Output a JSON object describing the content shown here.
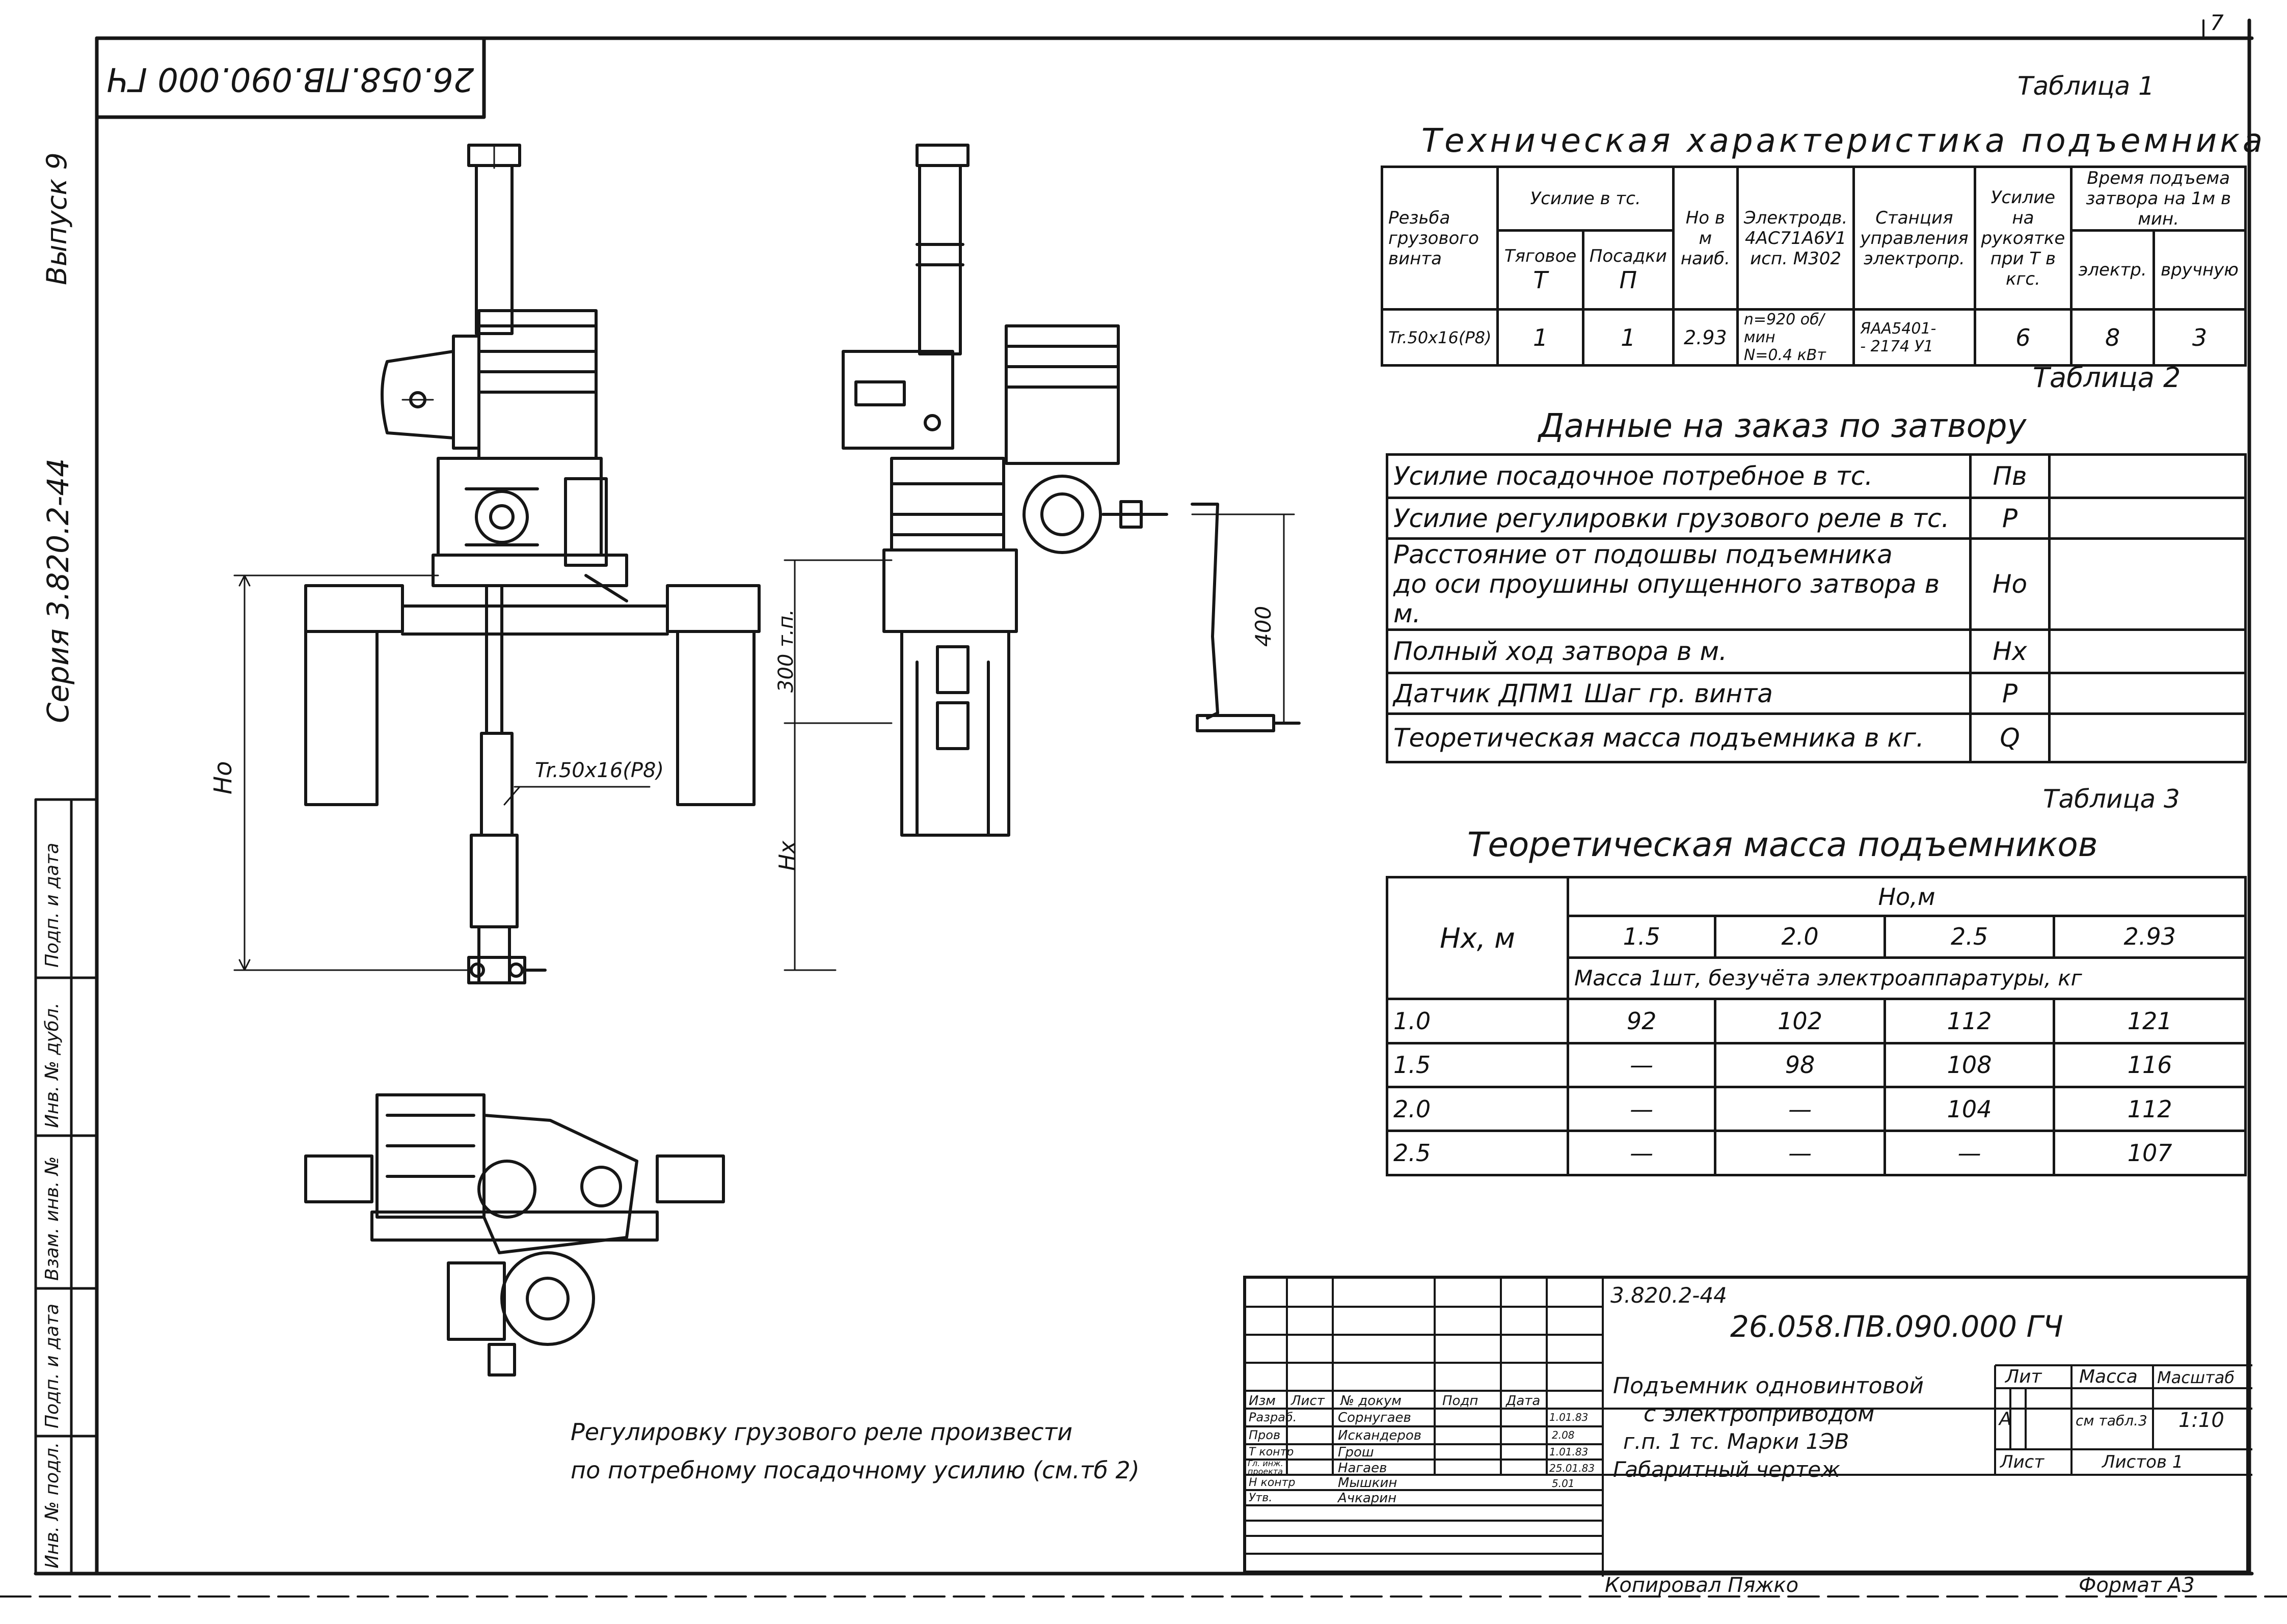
{
  "sheet": {
    "page_number": "7",
    "doc_code_rotated": "26.058.ПВ.090.000 ГЧ",
    "left_margin": {
      "issue": "Выпуск 9",
      "series": "Серия 3.820.2-44",
      "stamp_labels": [
        "Подп. и дата",
        "Инв. № дубл.",
        "Взам. инв. №",
        "Подп. и дата",
        "Инв. № подл."
      ]
    },
    "copied_by": "Копировал   Пяжко",
    "format": "Формат А3"
  },
  "drawing": {
    "dim_300": "300 т.п.",
    "dim_400": "400",
    "label_ho": "Но",
    "label_hx": "Нх",
    "label_thread": "Tr.50х16(Р8)",
    "note_line1": "Регулировку грузового реле произвести",
    "note_line2": "по потребному посадочному усилию (см.тб 2)"
  },
  "table1": {
    "caption": "Таблица 1",
    "title": "Техническая характеристика подъемника",
    "h_thread": "Резьба грузового винта",
    "h_force": "Усилие в тс.",
    "h_pull": "Тяговое",
    "h_pull_sym": "Т",
    "h_seat": "Посадки",
    "h_seat_sym": "П",
    "h_ho": "Но в м наиб.",
    "h_motor": "Электродв. 4АС71А6У1 исп. М302",
    "h_station": "Станция управления электропр.",
    "h_handle": "Усилие на рукоятке при Т в кгс.",
    "h_time": "Время подъема затвора на 1м в мин.",
    "h_time_el": "электр.",
    "h_time_man": "вручную",
    "row": {
      "thread": "Tr.50х16(Р8)",
      "pull": "1",
      "seat": "1",
      "ho": "2.93",
      "motor_1": "n=920 об/мин",
      "motor_2": "N=0.4 кВт",
      "station_1": "ЯАА5401-",
      "station_2": "- 2174 У1",
      "handle": "6",
      "time_el": "8",
      "time_man": "3"
    }
  },
  "table2": {
    "caption": "Таблица 2",
    "title": "Данные на заказ по затвору",
    "rows": [
      {
        "label": "Усилие посадочное потребное в тс.",
        "sym": "Пв"
      },
      {
        "label": "Усилие регулировки грузового реле в тс.",
        "sym": "Р"
      },
      {
        "label": "Расстояние от подошвы подъемника",
        "label2": "до оси проушины опущенного затвора в м.",
        "sym": "Но"
      },
      {
        "label": "Полный ход затвора в м.",
        "sym": "Нх"
      },
      {
        "label": "Датчик ДПМ1 Шаг гр. винта",
        "sym": "Р"
      },
      {
        "label": "Теоретическая масса подъемника в кг.",
        "sym": "Q"
      }
    ]
  },
  "table3": {
    "caption": "Таблица 3",
    "title": "Теоретическая масса подъемников",
    "h_hx": "Нх, м",
    "h_ho": "Но,м",
    "ho_values": [
      "1.5",
      "2.0",
      "2.5",
      "2.93"
    ],
    "h_mass": "Масса 1шт, безучёта электроаппаратуры, кг",
    "rows": [
      {
        "hx": "1.0",
        "vals": [
          "92",
          "102",
          "112",
          "121"
        ]
      },
      {
        "hx": "1.5",
        "vals": [
          "—",
          "98",
          "108",
          "116"
        ]
      },
      {
        "hx": "2.0",
        "vals": [
          "—",
          "—",
          "104",
          "112"
        ]
      },
      {
        "hx": "2.5",
        "vals": [
          "—",
          "—",
          "—",
          "107"
        ]
      }
    ]
  },
  "title_block": {
    "series": "3.820.2-44",
    "code": "26.058.ПВ.090.000 ГЧ",
    "name_1": "Подъемник одновинтовой",
    "name_2": "с электроприводом",
    "name_3": "г.п. 1 тс. Марки 1ЭВ",
    "name_4": "Габаритный чертеж",
    "h_izm": "Изм",
    "h_list": "Лист",
    "h_doc": "№ докум",
    "h_sign": "Подп",
    "h_date": "Дата",
    "h_lit": "Лит",
    "h_mass": "Масса",
    "h_scale": "Масштаб",
    "lit": "А",
    "mass": "см табл.3",
    "scale": "1:10",
    "sheet": "Лист",
    "sheets": "Листов 1",
    "roles": [
      {
        "role": "Разраб.",
        "name": "Сорнугаев",
        "date": "1.01.83"
      },
      {
        "role": "Пров",
        "name": "Искандеров",
        "date": "2.08"
      },
      {
        "role": "Т контр",
        "name": "Грош",
        "date": "1.01.83"
      },
      {
        "role": "Гл. инж. проекта",
        "name": "Нагаев",
        "date": "25.01.83"
      },
      {
        "role": "Н контр",
        "name": "Мышкин",
        "date": "5.01"
      },
      {
        "role": "Утв.",
        "name": "Ачкарин",
        "date": ""
      }
    ]
  }
}
